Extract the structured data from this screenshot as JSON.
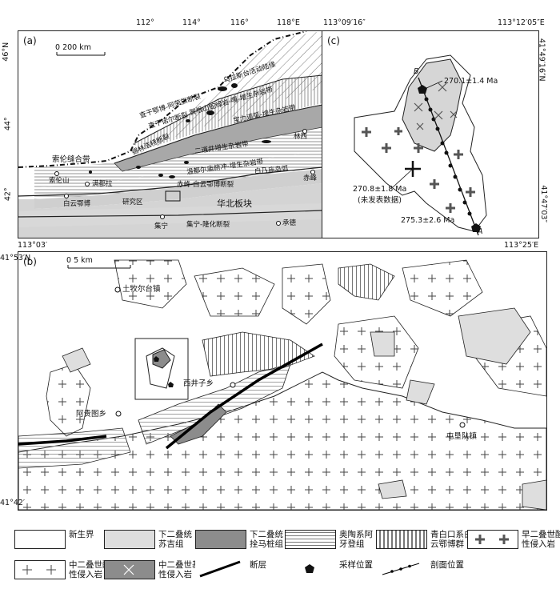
{
  "panel_a": {
    "label": "(a)",
    "scale": "0    200 km",
    "lat_ticks": [
      "46°N",
      "44°",
      "42°"
    ],
    "lon_ticks": [
      "112°",
      "114°",
      "116°",
      "118°E"
    ],
    "labels": {
      "wulasi": "乌拉斯台活动陆缘",
      "chaganeboa": "查干鄂博-阿荣旗断裂",
      "hegenshan": "贺根山蛇绿岩-嘎-增生杂岩带",
      "xilinhaote": "锡林浩特断裂",
      "baoli": "宝力道弧-增生杂岩带",
      "erdaojing": "二道井增生杂岩带",
      "wendurmiao": "温都尔庙俯冲-增生杂岩带",
      "bainaimiao": "白乃庙岛弧",
      "chifeng_fault": "赤峰-白云鄂博断裂",
      "huabei": "华北板块",
      "jining_fault": "集宁-隆化断裂",
      "suolun": "索伦缝合带",
      "suolunshan": "索伦山",
      "mandula": "满都拉",
      "baiyunebo": "白云鄂博",
      "study": "研究区",
      "jining": "集宁",
      "chengde": "承德",
      "linxi": "林西",
      "chifeng": "赤峰",
      "chaganbei": "查干诺尔断裂"
    }
  },
  "panel_c": {
    "label": "(c)",
    "top_left": "113°09′16″",
    "top_right": "113°12′05″E",
    "lat_top": "41°49′16″N",
    "lat_bottom": "41°47′03″",
    "age1": "270.1±1.4 Ma",
    "age2": "270.8±1.8 Ma",
    "age2_note": "(未发表数据)",
    "age3": "275.3±2.6 Ma",
    "pt_b": "B",
    "pt_a": "A"
  },
  "panel_b": {
    "label": "(b)",
    "top_left": "113°03′",
    "top_right": "113°25′E",
    "lat_top": "41°53′N",
    "lat_bottom": "41°42′",
    "scale": "0      5 km",
    "towns": {
      "tumuer": "土牧尔台镇",
      "xijingzi": "西井子乡",
      "aguitu": "阿贵图乡",
      "tunkendui": "屯垦队镇"
    }
  },
  "legend": [
    {
      "key": "cenozoic",
      "text": "新生界"
    },
    {
      "key": "sujizu",
      "text": "下二叠统\n苏吉组"
    },
    {
      "key": "shuanmazhuang",
      "text": "下二叠统\n拴马桩组"
    },
    {
      "key": "ordovician",
      "text": "奥陶系阿\n牙登组"
    },
    {
      "key": "qingbaikou",
      "text": "青白口系白\n云鄂博群"
    },
    {
      "key": "early_acid",
      "text": "早二叠世酸\n性侵入岩"
    },
    {
      "key": "mid_acid",
      "text": "中二叠世酸\n性侵入岩"
    },
    {
      "key": "mid_basic",
      "text": "中二叠世基\n性侵入岩"
    },
    {
      "key": "fault",
      "text": "断层"
    },
    {
      "key": "sample",
      "text": "采样位置"
    },
    {
      "key": "profile",
      "text": "剖面位置"
    }
  ]
}
